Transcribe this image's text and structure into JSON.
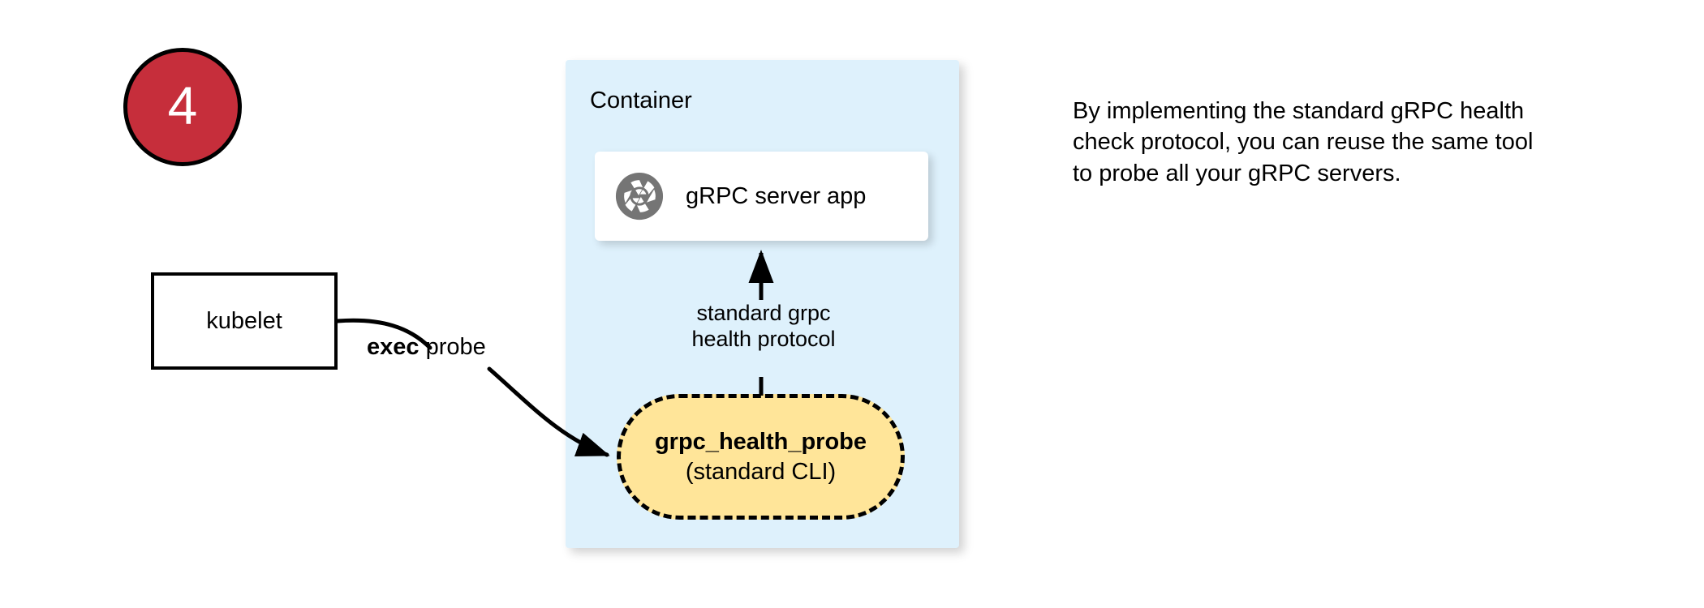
{
  "step": {
    "number": "4",
    "circle_color": "#C62E3B",
    "text_color": "#FFFFFF",
    "border_color": "#000000"
  },
  "kubelet": {
    "label": "kubelet",
    "border_color": "#000000",
    "fill": "#FFFFFF"
  },
  "container": {
    "title": "Container",
    "fill": "#DEF1FC"
  },
  "server_card": {
    "label": "gRPC server app",
    "icon": "grpc-aperture-icon",
    "icon_color": "#757575",
    "fill": "#FFFFFF"
  },
  "probe": {
    "title": "grpc_health_probe",
    "subtitle": "(standard CLI)",
    "fill": "#FFE599",
    "border_color": "#000000",
    "border_style": "dashed"
  },
  "edges": {
    "exec_probe": {
      "bold_part": "exec",
      "rest_part": " probe",
      "from": "kubelet",
      "to": "grpc_health_probe"
    },
    "protocol": {
      "line1": "standard grpc",
      "line2": "health protocol",
      "from": "grpc_health_probe",
      "to": "gRPC server app"
    }
  },
  "side_note": {
    "text": "By implementing the standard gRPC health check protocol, you can reuse the same tool to probe all your gRPC servers."
  }
}
